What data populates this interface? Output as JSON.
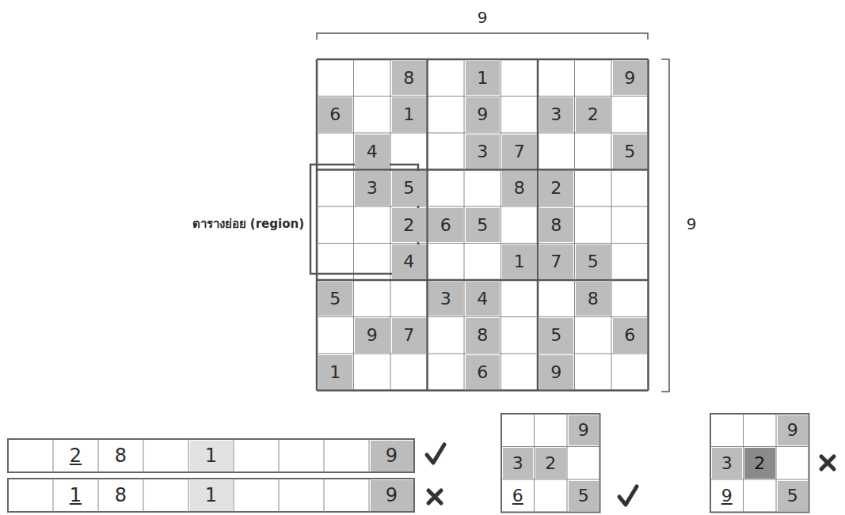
{
  "diagram": {
    "labels": [
      "9",
      "9",
      "ตารางย่อย (region)",
      "8",
      "1",
      "9",
      "6",
      "1",
      "9",
      "3",
      "2",
      "4",
      "3",
      "7",
      "5",
      "3",
      "5",
      "8",
      "2",
      "2",
      "6",
      "5",
      "8",
      "4",
      "1",
      "7",
      "5",
      "5",
      "3",
      "4",
      "8",
      "9",
      "7",
      "8",
      "5",
      "6",
      "1",
      "6",
      "9",
      "2",
      "8",
      "1",
      "9",
      "1",
      "8",
      "1",
      "9",
      "9",
      "3",
      "2",
      "6",
      "5",
      "9",
      "3",
      "2",
      "9",
      "5"
    ]
  }
}
